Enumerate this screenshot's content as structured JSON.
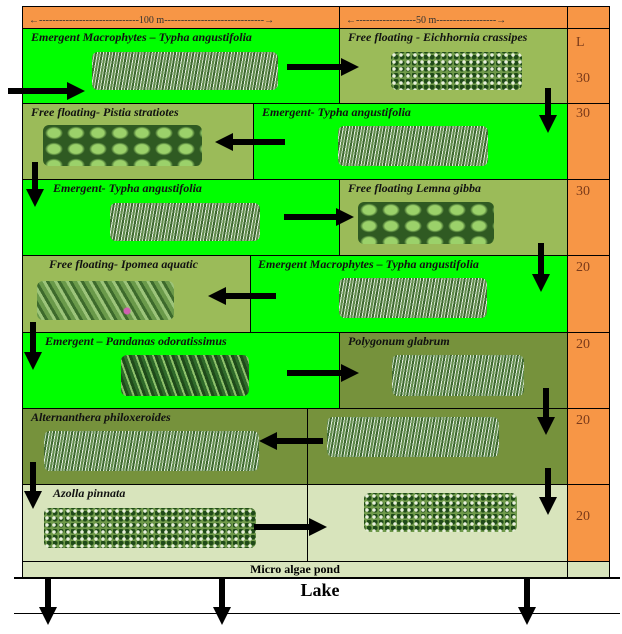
{
  "header": {
    "width_left": "100 m",
    "width_right": "50 m"
  },
  "rows": [
    {
      "left": "Emergent Macrophytes – Typha angustifolia",
      "right": "Free floating - Eichhornia crassipes",
      "side_top": "L",
      "side": "30"
    },
    {
      "left": "Free floating- Pistia stratiotes",
      "right": "Emergent- Typha angustifolia",
      "side": "30"
    },
    {
      "left": "Emergent- Typha angustifolia",
      "right": "Free floating Lemna gibba",
      "side": "30"
    },
    {
      "left": "Free floating- Ipomea aquatic",
      "right": "Emergent Macrophytes – Typha angustifolia",
      "side": "20"
    },
    {
      "left": "Emergent – Pandanas odoratissimus",
      "right": "Polygonum glabrum",
      "side": "20"
    },
    {
      "left": "Alternanthera philoxeroides",
      "side": "20"
    },
    {
      "left": "Azolla pinnata",
      "side": "20"
    }
  ],
  "bottom": {
    "pond": "Micro algae pond",
    "lake": "Lake"
  },
  "colors": {
    "green": "#00ff00",
    "olive": "#9bbb59",
    "dark_olive": "#76923c",
    "light": "#d8e4bc",
    "orange": "#f79646"
  }
}
